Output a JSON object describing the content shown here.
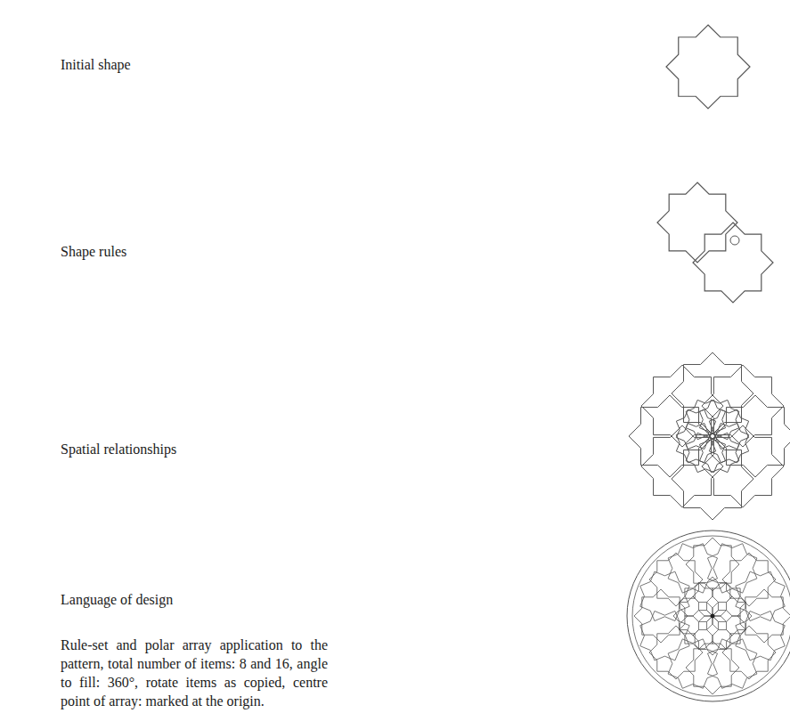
{
  "diagram": {
    "labels": [
      "Initial shape",
      "Shape rules",
      "Spatial relationships",
      "Language of design",
      "Rule-set and polar array application to the pattern, total number of items: 8 and 16, angle to fill: 360°, rotate items as copied, centre point of array: marked at the origin."
    ]
  }
}
